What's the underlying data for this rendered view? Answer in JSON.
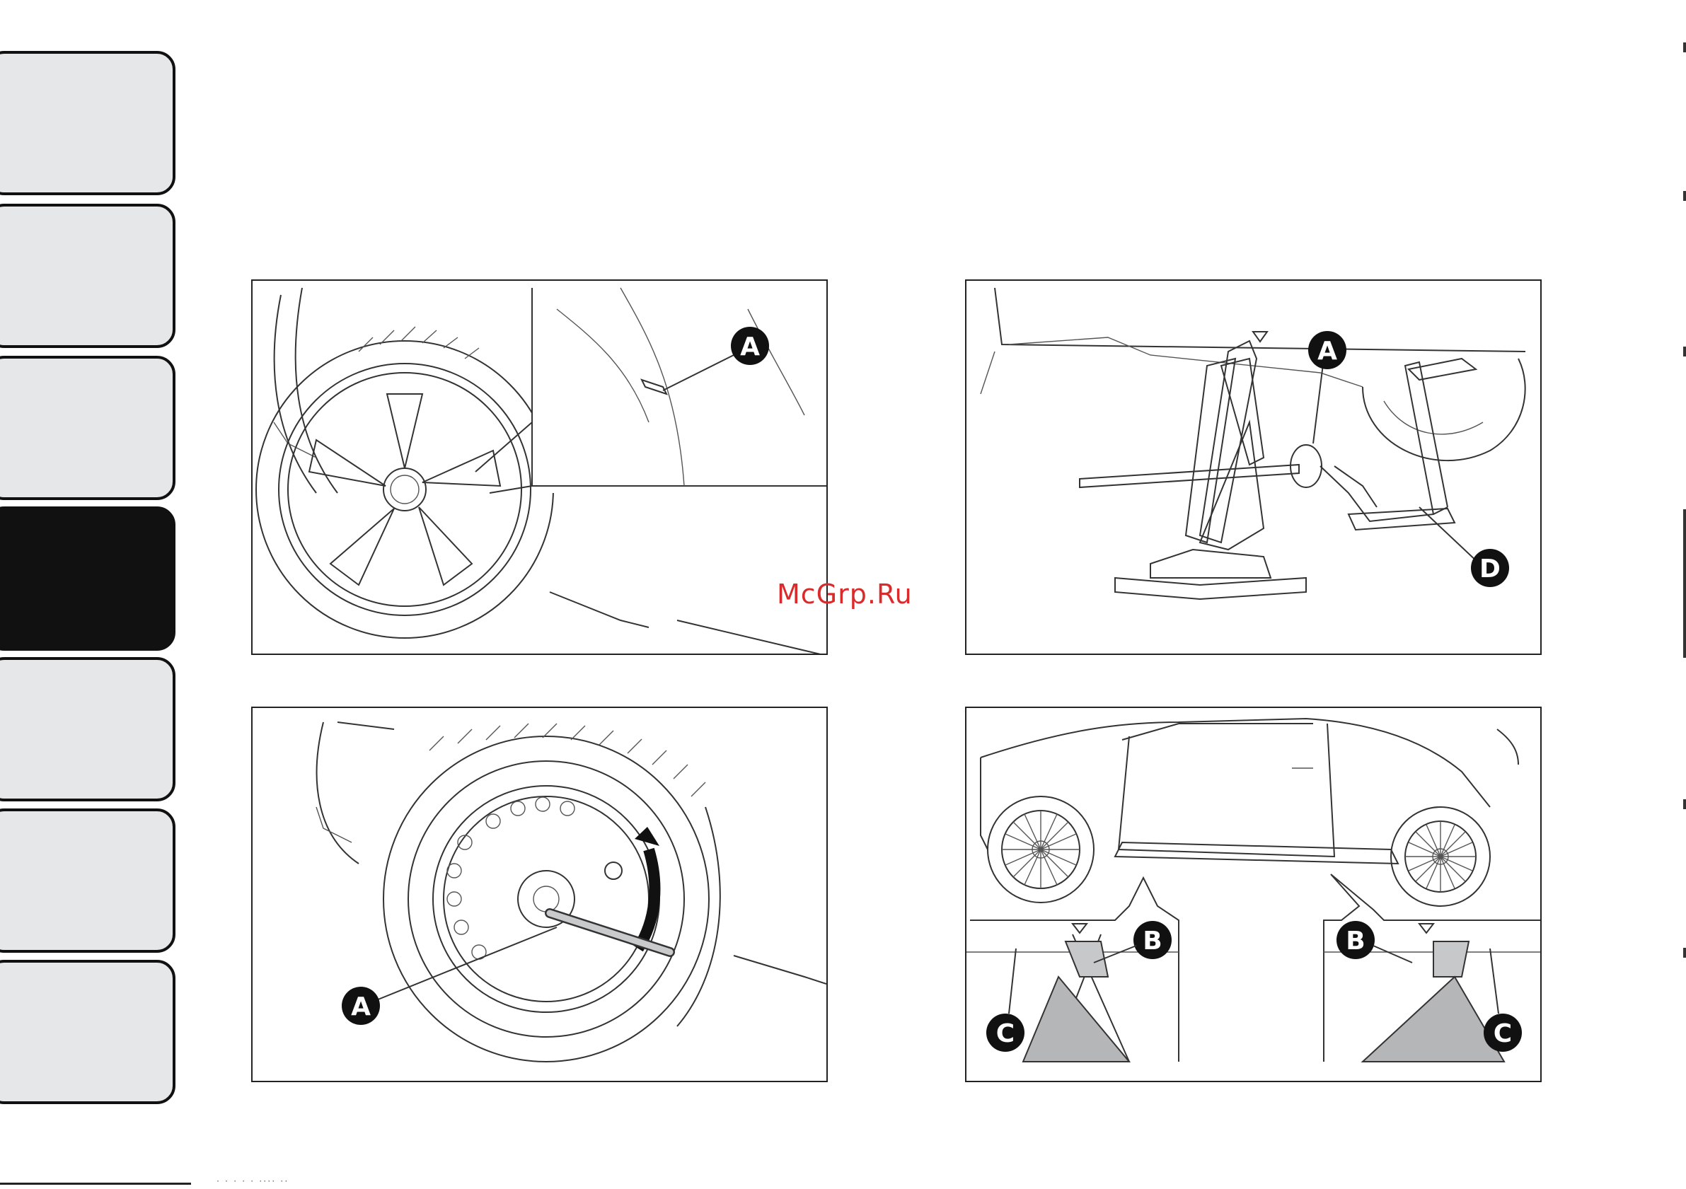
{
  "sidebar": {
    "tabs": [
      {
        "id": "tab-1",
        "active": false
      },
      {
        "id": "tab-2",
        "active": false
      },
      {
        "id": "tab-3",
        "active": false
      },
      {
        "id": "tab-4",
        "active": true
      },
      {
        "id": "tab-5",
        "active": false
      },
      {
        "id": "tab-6",
        "active": false
      },
      {
        "id": "tab-7",
        "active": false
      }
    ],
    "active_color": "#111111",
    "inactive_color": "#e6e7e9"
  },
  "figures": {
    "wheel_cap": {
      "label_a": "A"
    },
    "jack": {
      "label_a": "A",
      "label_d": "D"
    },
    "spare_wheel": {
      "label_a": "A"
    },
    "jack_points": {
      "label_b_left": "B",
      "label_c_left": "C",
      "label_b_right": "B",
      "label_c_right": "C"
    }
  },
  "watermark": {
    "text": "McGrp.Ru",
    "color": "#d92b2b"
  },
  "footer": {
    "mark": "· · · ·  ·  ····  ··"
  }
}
